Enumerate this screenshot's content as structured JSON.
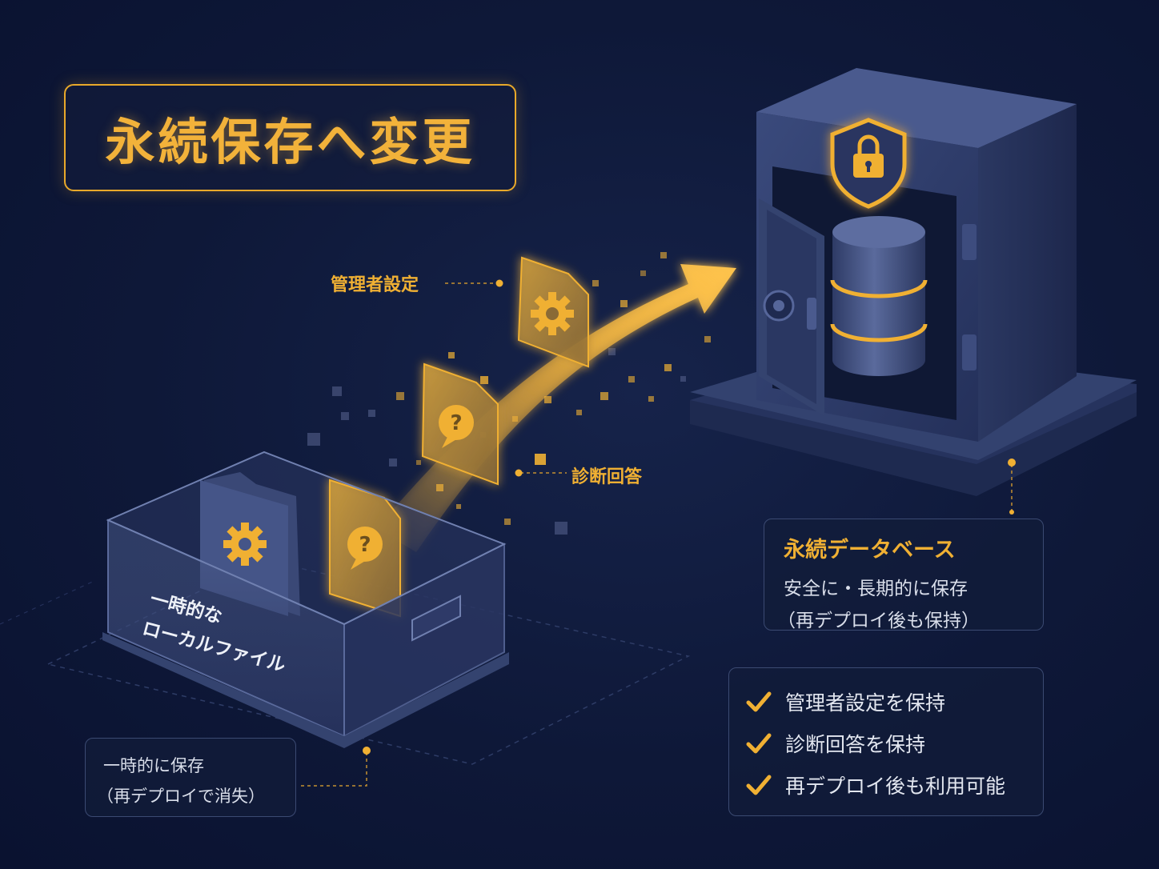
{
  "title": "永続保存へ変更",
  "labels": {
    "admin_settings": "管理者設定",
    "diagnosis_answers": "診断回答"
  },
  "local_box": {
    "label_line1": "一時的な",
    "label_line2": "ローカルファイル"
  },
  "temp_note": {
    "line1": "一時的に保存",
    "line2": "（再デプロイで消失）"
  },
  "db_panel": {
    "title": "永続データベース",
    "line1": "安全に・長期的に保存",
    "line2": "（再デプロイ後も保持）"
  },
  "checklist": [
    {
      "text": "管理者設定を保持"
    },
    {
      "text": "診断回答を保持"
    },
    {
      "text": "再デプロイ後も利用可能"
    }
  ],
  "colors": {
    "background": "#0e1838",
    "accent": "#f0b033",
    "panel_border": "#3b4a72",
    "safe_body": "#2c3a66"
  },
  "icons": [
    "gear-icon",
    "question-bubble-icon",
    "shield-lock-icon",
    "database-icon",
    "check-icon",
    "arrow-icon"
  ]
}
